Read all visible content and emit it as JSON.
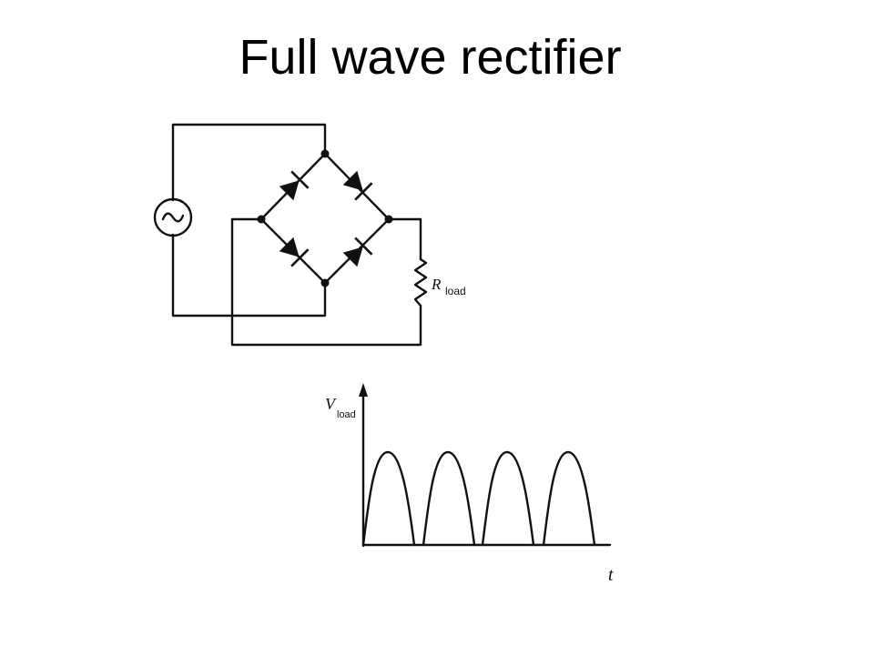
{
  "slide": {
    "title": "Full wave rectifier"
  },
  "circuit": {
    "source_symbol": "~",
    "resistor_label": "R",
    "resistor_subscript": "load"
  },
  "graph": {
    "ylabel_main": "V",
    "ylabel_sub": "load",
    "xlabel": "t"
  }
}
